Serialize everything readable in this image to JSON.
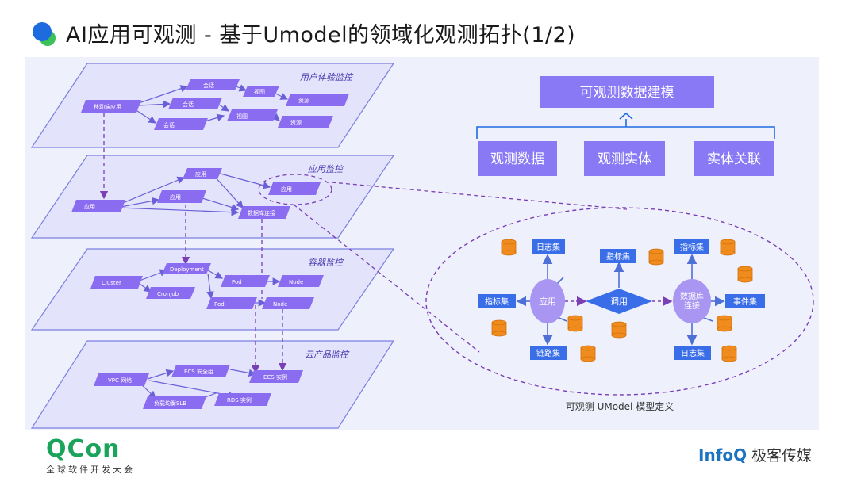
{
  "title": "AI应用可观测 - 基于Umodel的领域化观测拓扑(1/2)",
  "colors": {
    "accent_blue": "#1e6be0",
    "accent_green": "#3bc05a",
    "plane_fill": "#e3e4fb",
    "plane_stroke": "#7b7fe0",
    "node_purple": "#8a6cf0",
    "box_purple": "#8a79f5",
    "diagram_blue": "#5b7be0",
    "cylinder_orange": "#f08c1e"
  },
  "layers": [
    {
      "name": "用户体验监控",
      "nodes": [
        "移动端应用",
        "会话",
        "会话",
        "会话",
        "视图",
        "视图",
        "资源",
        "资源"
      ]
    },
    {
      "name": "应用监控",
      "nodes": [
        "应用",
        "应用",
        "应用",
        "应用",
        "数据库连接"
      ]
    },
    {
      "name": "容器监控",
      "nodes": [
        "Cluster",
        "Deployment",
        "CronJob",
        "Pod",
        "Pod",
        "Node",
        "Node"
      ]
    },
    {
      "name": "云产品监控",
      "nodes": [
        "VPC 网络",
        "ECS 安全组",
        "负载均衡SLB",
        "ECS 实例",
        "RDS 实例"
      ]
    }
  ],
  "modeling": {
    "root": "可观测数据建模",
    "children": [
      "观测数据",
      "观测实体",
      "实体关联"
    ]
  },
  "umodel": {
    "caption": "可观测 UModel 模型定义",
    "nodes": {
      "app": "应用",
      "call": "调用",
      "db": "数据库\n连接",
      "log_left": "日志集",
      "metric_left": "指标集",
      "trace": "链路集",
      "metric_mid": "指标集",
      "metric_right": "指标集",
      "event": "事件集",
      "log_right": "日志集"
    }
  },
  "footer": {
    "qcon": "QCon",
    "qcon_sub": "全球软件开发大会",
    "infoq": "InfoQ",
    "infoq_cn": "极客传媒"
  }
}
